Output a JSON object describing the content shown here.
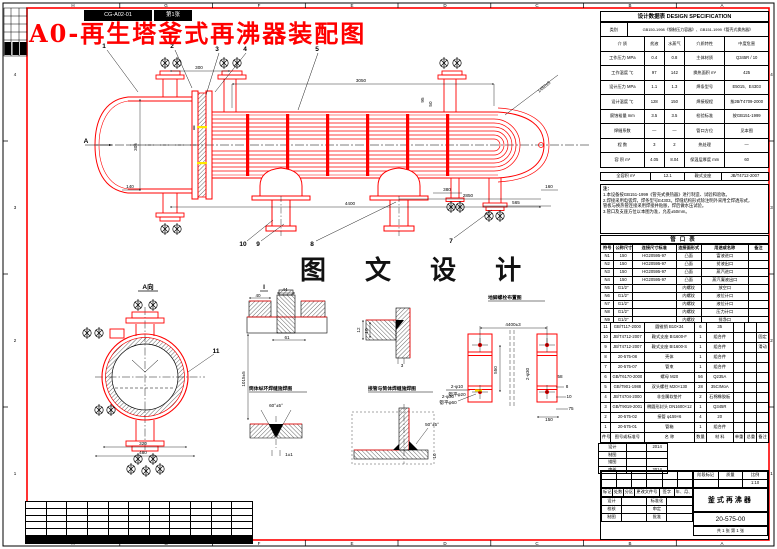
{
  "colors": {
    "red": "#ff0000",
    "black": "#000000",
    "yellow": "#ffe800"
  },
  "frame": {
    "zones_top": [
      "H",
      "G",
      "F",
      "E",
      "D",
      "C",
      "B",
      "A"
    ],
    "zones_bottom": [
      "H",
      "G",
      "F",
      "E",
      "D",
      "C",
      "B",
      "A"
    ],
    "zones_left": [
      "4",
      "3",
      "2",
      "1"
    ],
    "zones_right": [
      "4",
      "3",
      "2",
      "1"
    ]
  },
  "header": {
    "code_box": "CG-A02-01",
    "code_box2": "第1张",
    "title": "A0-再生塔釜式再沸器装配图"
  },
  "watermark": "图 文 设 计",
  "callouts": {
    "c1": "1",
    "c2": "2",
    "c3": "3",
    "c4": "4",
    "c5": "5",
    "c7": "7",
    "c8": "8",
    "c9": "9",
    "c10": "10",
    "c11": "11"
  },
  "views": {
    "arrow_a": "A",
    "a_view_label": "A向",
    "detail_i_flag": "I",
    "detail_i_label": "I",
    "weld1_label": "筒体纵环焊缝施焊图",
    "weld2_label": "接管与筒体焊缝施焊图",
    "anchor_label": "地脚螺栓布置图",
    "weld_symbol_top": "2-φ10",
    "weld_symbol_bottom": "锪平φ20"
  },
  "dims": {
    "d_300": "300",
    "d_3050": "3050",
    "d_305": "305",
    "d_140": "140",
    "d_95": "95",
    "d_50": "50",
    "d_1450": "1450±5",
    "d_380": "380",
    "d_160": "160",
    "d_565": "565",
    "d_2850": "2850",
    "d_4400": "4400",
    "a_320": "320",
    "a_480": "480",
    "a_1015": "1015±5",
    "i_40": "40",
    "i_44": "44",
    "i_61": "61",
    "w_12": "12",
    "w_10": "10",
    "w_3": "3",
    "v_60": "60°±5°",
    "v_11": "1±1",
    "n_50": "50°±5°",
    "n_10": "10",
    "ab_4400": "4400±3",
    "ab_550": "550",
    "ab_230": "2-φ30",
    "ab_58": "58",
    "ab_8": "8",
    "ab_10": "10",
    "ab_75": "75",
    "ab_150": "150",
    "lead_a": "2-φ30",
    "lead_b": "锪平φ60"
  },
  "design_table": {
    "title": "设计数据表  DESIGN SPECIFICATION",
    "class_label": "类别",
    "class_value": "GB150-1998《钢制压力容器》、GB151-1999《管壳式换热器》",
    "rows": [
      [
        "介  质",
        "贫液",
        "水蒸气",
        "介质特性",
        "中度危害"
      ],
      [
        "工作压力 MPa",
        "0.4",
        "0.8",
        "主体材质",
        "Q345R / 10"
      ],
      [
        "工作温度 ℃",
        "97",
        "142",
        "换热面积 m²",
        "425"
      ],
      [
        "设计压力 MPa",
        "1.1",
        "1.3",
        "焊条型号",
        "E5015、E4303"
      ],
      [
        "设计温度 ℃",
        "128",
        "150",
        "焊接规程",
        "按JB/T4709-2000"
      ],
      [
        "腐蚀裕量 mm",
        "3.5",
        "3.5",
        "检验标准",
        "按GB151-1999"
      ],
      [
        "焊缝系数",
        "—",
        "—",
        "管口方位",
        "见本图"
      ],
      [
        "程  数",
        "3",
        "2",
        "热处理",
        "—"
      ],
      [
        "容  积 m³",
        "4.05",
        "8.04",
        "保温层厚度 mm",
        "60"
      ]
    ]
  },
  "process_row": [
    [
      "全容积 m³",
      "12.1",
      "鞍式支座",
      "JB/T4712-2007"
    ]
  ],
  "notes": {
    "title": "注：",
    "lines": [
      "1.本设备按GB151-1999《管壳式换热器》进行制造、试验和验收。",
      "2.焊接采用电弧焊，焊条型号E4303。焊缝结构形式除注明外采用全焊透形式，",
      "  管板与换热管连接采用焊接并贴胀，焊后做水压试验。",
      "3.管口及支座方位以本图为准，允差±50mm。"
    ]
  },
  "nozzle_table": {
    "title": "管口表",
    "rows": [
      [
        "符号",
        "公称尺寸",
        "连接尺寸标准",
        "连接面形式",
        "用途或名称",
        "备注"
      ],
      [
        "N1",
        "150",
        "HG20595-97",
        "凸面",
        "富液进口",
        ""
      ],
      [
        "N2",
        "150",
        "HG20595-97",
        "凸面",
        "贫液出口",
        ""
      ],
      [
        "N3",
        "150",
        "HG20595-97",
        "凸面",
        "蒸汽进口",
        ""
      ],
      [
        "N4",
        "150",
        "HG20595-97",
        "凸面",
        "蒸汽凝液出口",
        ""
      ],
      [
        "N5",
        "G1/2″",
        "",
        "内螺纹",
        "放空口",
        ""
      ],
      [
        "N6",
        "G1/2″",
        "",
        "内螺纹",
        "液位计口",
        ""
      ],
      [
        "N7",
        "G1/2″",
        "",
        "内螺纹",
        "液位计口",
        ""
      ],
      [
        "N8",
        "G1/2″",
        "",
        "内螺纹",
        "压力计口",
        ""
      ],
      [
        "N9",
        "G1/2″",
        "",
        "内螺纹",
        "排净口",
        ""
      ]
    ]
  },
  "bom": {
    "rows": [
      [
        "11",
        "GB/T117-2000",
        "圆锥销 B10×34",
        "6",
        "35",
        "",
        "",
        ""
      ],
      [
        "10",
        "JB/T4712-2007",
        "鞍式支座 BⅠ1600-F",
        "1",
        "组合件",
        "",
        "",
        "固定"
      ],
      [
        "9",
        "JB/T4712-2007",
        "鞍式支座 BⅠ1600-S",
        "1",
        "组合件",
        "",
        "",
        "滑动"
      ],
      [
        "8",
        "20-575-08",
        "壳体",
        "1",
        "组合件",
        "",
        "",
        ""
      ],
      [
        "7",
        "20-575-07",
        "管束",
        "1",
        "组合件",
        "",
        "",
        ""
      ],
      [
        "6",
        "GB/T6170-2000",
        "螺母 M20",
        "56",
        "Q235A",
        "",
        "",
        ""
      ],
      [
        "5",
        "GB/T901-1988",
        "双头螺柱 M20×130",
        "28",
        "35CrMoA",
        "",
        "",
        ""
      ],
      [
        "4",
        "JB/T4704-2000",
        "非金属软垫片",
        "2",
        "石棉橡胶板",
        "",
        "",
        ""
      ],
      [
        "3",
        "GB/T9019-2001",
        "椭圆形封头 DN1600×12",
        "1",
        "Q345R",
        "",
        "",
        ""
      ],
      [
        "2",
        "20-575-02",
        "接管 φ159×6",
        "4",
        "20",
        "",
        "",
        ""
      ],
      [
        "1",
        "20-575-01",
        "管箱",
        "1",
        "组合件",
        "",
        "",
        ""
      ],
      [
        "件号",
        "图号或标准号",
        "名  称",
        "数量",
        "材  料",
        "单重",
        "总重",
        "备注"
      ]
    ]
  },
  "sig_table": {
    "rows": [
      [
        "设计",
        "",
        "2014"
      ],
      [
        "制图",
        "",
        ""
      ],
      [
        "描图",
        "",
        ""
      ],
      [
        "审核",
        "",
        "2014"
      ]
    ]
  },
  "title_block": {
    "change_rows": [
      [
        "",
        "",
        "",
        "",
        "",
        ""
      ],
      [
        "",
        "",
        "",
        "",
        "",
        ""
      ]
    ],
    "change_header": [
      [
        "标记",
        "处数",
        "分区",
        "更改文件号",
        "签字",
        "年、月、日"
      ]
    ],
    "left_rows": [
      [
        "设计",
        "",
        "标准化",
        ""
      ],
      [
        "校核",
        "",
        "审定",
        ""
      ],
      [
        "制图",
        "",
        "批准",
        ""
      ]
    ],
    "stage_rows": [
      [
        "阶段标记",
        "质量",
        "比例"
      ],
      [
        "",
        "",
        "1:10"
      ]
    ],
    "product_name": "釜式再沸器",
    "drawing_no": "20-575-00",
    "sheet_info": "共 1 张  第 1 张"
  },
  "revision_table": {
    "rows": [
      [
        "",
        "",
        "",
        "",
        "",
        "",
        "",
        "",
        "",
        "",
        ""
      ],
      [
        "",
        "",
        "",
        "",
        "",
        "",
        "",
        "",
        "",
        "",
        ""
      ],
      [
        "",
        "",
        "",
        "",
        "",
        "",
        "",
        "",
        "",
        "",
        ""
      ],
      [
        "",
        "",
        "",
        "",
        "",
        "",
        "",
        "",
        "",
        "",
        ""
      ],
      [
        "",
        "",
        "",
        "",
        "",
        "",
        "",
        "",
        "",
        "",
        ""
      ]
    ],
    "footer": ""
  }
}
